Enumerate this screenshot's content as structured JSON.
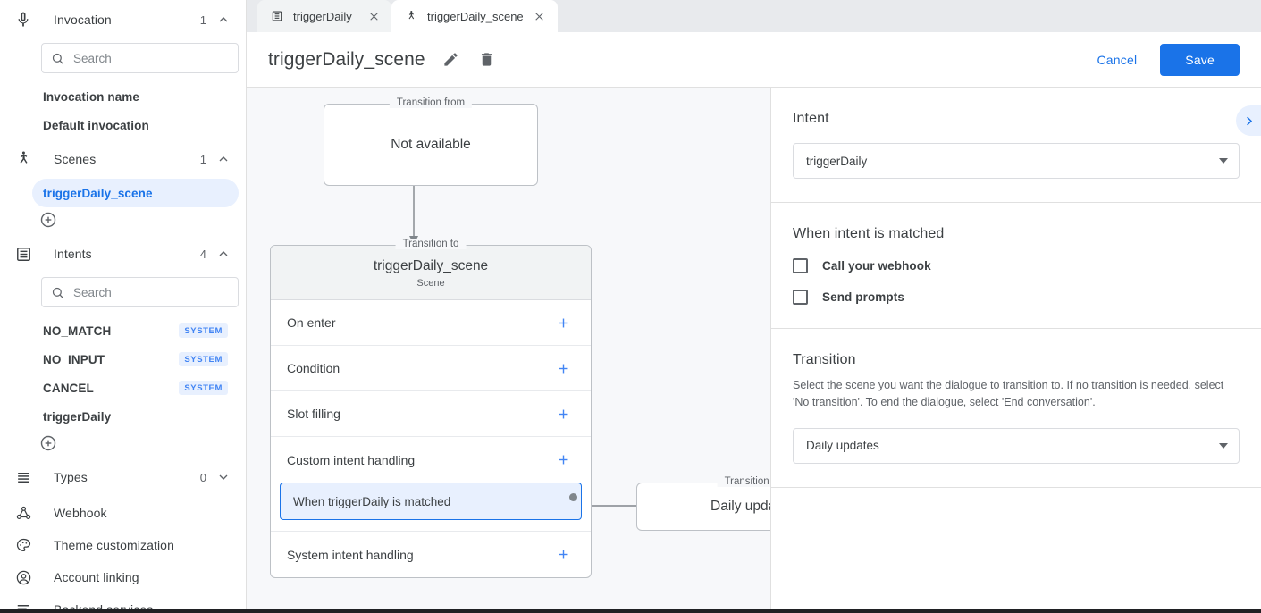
{
  "sidebar": {
    "groups": [
      {
        "icon": "microphone-icon",
        "label": "Invocation",
        "count": "1",
        "chevron": "chevron-up-icon",
        "search_placeholder": "Search",
        "items": [
          {
            "label": "Invocation name",
            "badge": ""
          },
          {
            "label": "Default invocation",
            "badge": ""
          }
        ]
      },
      {
        "icon": "scene-person-icon",
        "label": "Scenes",
        "count": "1",
        "chevron": "chevron-up-icon",
        "items": [
          {
            "label": "triggerDaily_scene",
            "badge": "",
            "selected": true
          }
        ]
      },
      {
        "icon": "intents-list-icon",
        "label": "Intents",
        "count": "4",
        "chevron": "chevron-up-icon",
        "search_placeholder": "Search",
        "items": [
          {
            "label": "NO_MATCH",
            "badge": "SYSTEM"
          },
          {
            "label": "NO_INPUT",
            "badge": "SYSTEM"
          },
          {
            "label": "CANCEL",
            "badge": "SYSTEM"
          },
          {
            "label": "triggerDaily",
            "badge": ""
          }
        ]
      }
    ],
    "types": {
      "icon": "lines-icon",
      "label": "Types",
      "count": "0",
      "chevron": "chevron-down-icon"
    },
    "links": [
      {
        "icon": "webhook-icon",
        "label": "Webhook"
      },
      {
        "icon": "palette-icon",
        "label": "Theme customization"
      },
      {
        "icon": "account-circle-icon",
        "label": "Account linking"
      },
      {
        "icon": "backend-services-icon",
        "label": "Backend services"
      }
    ]
  },
  "tabs": [
    {
      "icon": "intent-doc-icon",
      "label": "triggerDaily",
      "active": false
    },
    {
      "icon": "scene-person-icon",
      "label": "triggerDaily_scene",
      "active": true
    }
  ],
  "header": {
    "title": "triggerDaily_scene",
    "edit_icon": "pencil-icon",
    "delete_icon": "trash-icon",
    "cancel_label": "Cancel",
    "save_label": "Save"
  },
  "canvas": {
    "from_node": {
      "legend": "Transition from",
      "text": "Not available"
    },
    "scene_node": {
      "legend": "Transition to",
      "title": "triggerDaily_scene",
      "subtitle": "Scene",
      "rows": [
        {
          "label": "On enter",
          "add": "plus-icon"
        },
        {
          "label": "Condition",
          "add": "plus-icon"
        },
        {
          "label": "Slot filling",
          "add": "plus-icon"
        },
        {
          "label": "Custom intent handling",
          "add": "plus-icon"
        },
        {
          "label": "System intent handling",
          "add": "plus-icon"
        }
      ],
      "chip": "When triggerDaily is matched"
    },
    "to_node": {
      "legend": "Transition to",
      "text": "Daily updates"
    }
  },
  "panel": {
    "intent": {
      "title": "Intent",
      "value": "triggerDaily",
      "caret": "caret-down-icon"
    },
    "when_matched": {
      "title": "When intent is matched",
      "options": [
        {
          "label": "Call your webhook",
          "checked": false
        },
        {
          "label": "Send prompts",
          "checked": false
        }
      ]
    },
    "transition": {
      "title": "Transition",
      "description": "Select the scene you want the dialogue to transition to. If no transition is needed, select 'No transition'. To end the dialogue, select 'End conversation'.",
      "value": "Daily updates",
      "caret": "caret-down-icon"
    },
    "collapse_icon": "chevron-right-icon"
  },
  "colors": {
    "accent": "#1a73e8",
    "accent_light": "#e8f0fe",
    "canvas_bg": "#f7f8fa",
    "text": "#3c4043",
    "muted": "#5f6368"
  }
}
